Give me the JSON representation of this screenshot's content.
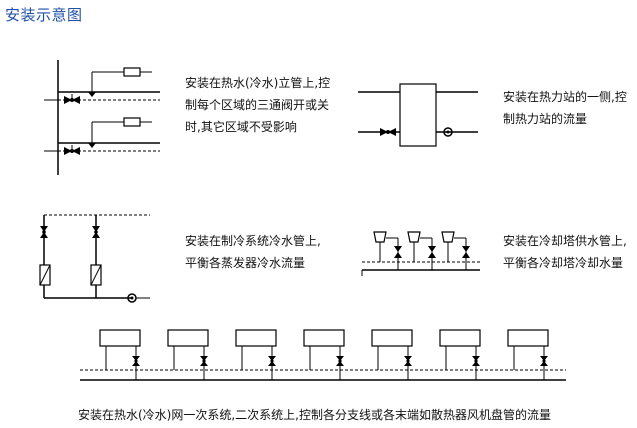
{
  "title": "安装示意图",
  "captions": {
    "riser": "安装在热水(冷水)立管上,控制每个区域的三通阀开或关时,其它区域不受影响",
    "heat_station": "安装在热力站的一侧,控制热力站的流量",
    "chiller": "安装在制冷系统冷水管上,平衡各蒸发器冷水流量",
    "cooling_tower": "安装在冷却塔供水管上,平衡各冷却塔冷却水量",
    "network": "安装在热水(冷水)网一次系统,二次系统上,控制各分支线或各末端如散热器风机盘管的流量"
  },
  "colors": {
    "title": "#1f4fa8",
    "line": "#000000"
  }
}
